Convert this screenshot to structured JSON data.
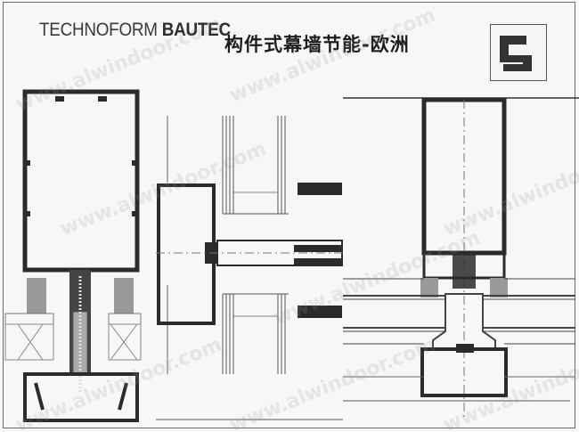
{
  "header": {
    "brand_light": "TECHNOFORM ",
    "brand_bold": "BAUTEC",
    "title_cn": "构件式幕墙节能-欧洲",
    "logo": "technoform-logo-icon"
  },
  "watermark": {
    "text": "www.alwindoor.com"
  },
  "drawings": [
    {
      "id": "mullion-section-left",
      "label": "Mullion cross-section with thermal break and insulating panels"
    },
    {
      "id": "transom-section-middle",
      "label": "Transom cross-section with insulating glass units"
    },
    {
      "id": "mullion-section-right",
      "label": "Mullion cross-section with pressure plate and glazing"
    }
  ],
  "colors": {
    "profile": "#2b2b2b",
    "gasket": "#9a9a9a",
    "glass": "#555555",
    "paper": "#f7f7f7"
  }
}
